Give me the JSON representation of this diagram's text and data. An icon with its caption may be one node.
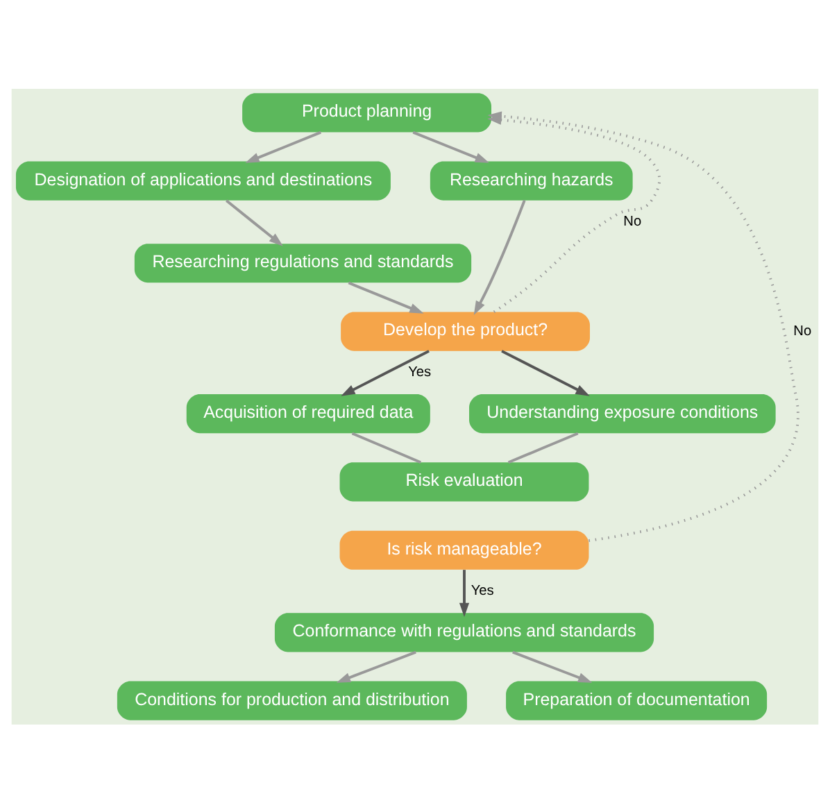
{
  "diagram": {
    "nodes": [
      {
        "text": [
          "Product planning"
        ]
      },
      {
        "text": [
          "Designation of applications and destinations"
        ]
      },
      {
        "text": [
          "Researching hazards"
        ]
      },
      {
        "text": [
          "Researching regulations and standards"
        ]
      },
      {
        "text": [
          "Develop the product?"
        ]
      },
      {
        "text": [
          "Acquisition of required data"
        ]
      },
      {
        "text": [
          "Understanding exposure conditions"
        ]
      },
      {
        "text": [
          "Risk evaluation"
        ]
      },
      {
        "text": [
          "Is risk manageable?"
        ]
      },
      {
        "text": [
          "Conformance with regulations and standards"
        ]
      },
      {
        "text": [
          "Conditions for production and distribution"
        ]
      },
      {
        "text": [
          "Preparation of documentation"
        ]
      }
    ],
    "edges": [
      {
        "from": 0,
        "to": 2,
        "arrow": "to"
      },
      {
        "from": 0,
        "to": 1,
        "arrow": "to"
      },
      {
        "from": 1,
        "to": 3,
        "arrow": "to"
      },
      {
        "from": 2,
        "to": 4,
        "arrow": "to"
      },
      {
        "from": 3,
        "to": 4,
        "arrow": "to"
      },
      {
        "from": 4,
        "to": 5,
        "arrow": "to",
        "label": "Yes",
        "color": "#555555"
      },
      {
        "from": 4,
        "to": 6,
        "arrow": "to",
        "color": "#555555"
      },
      {
        "from": 4,
        "to": 0,
        "arrow": "to",
        "label": "No",
        "style": "dashed"
      },
      {
        "from": 5,
        "to": 7,
        "arrow": "none"
      },
      {
        "from": 6,
        "to": 7,
        "arrow": "none"
      },
      {
        "from": 8,
        "to": 0,
        "arrow": "to",
        "label": "No",
        "style": "dashed"
      },
      {
        "from": 8,
        "to": 9,
        "arrow": "to",
        "label": "Yes",
        "color": "#555555"
      },
      {
        "from": 9,
        "to": 10,
        "arrow": "to"
      },
      {
        "from": 9,
        "to": 11,
        "arrow": "to"
      }
    ]
  }
}
